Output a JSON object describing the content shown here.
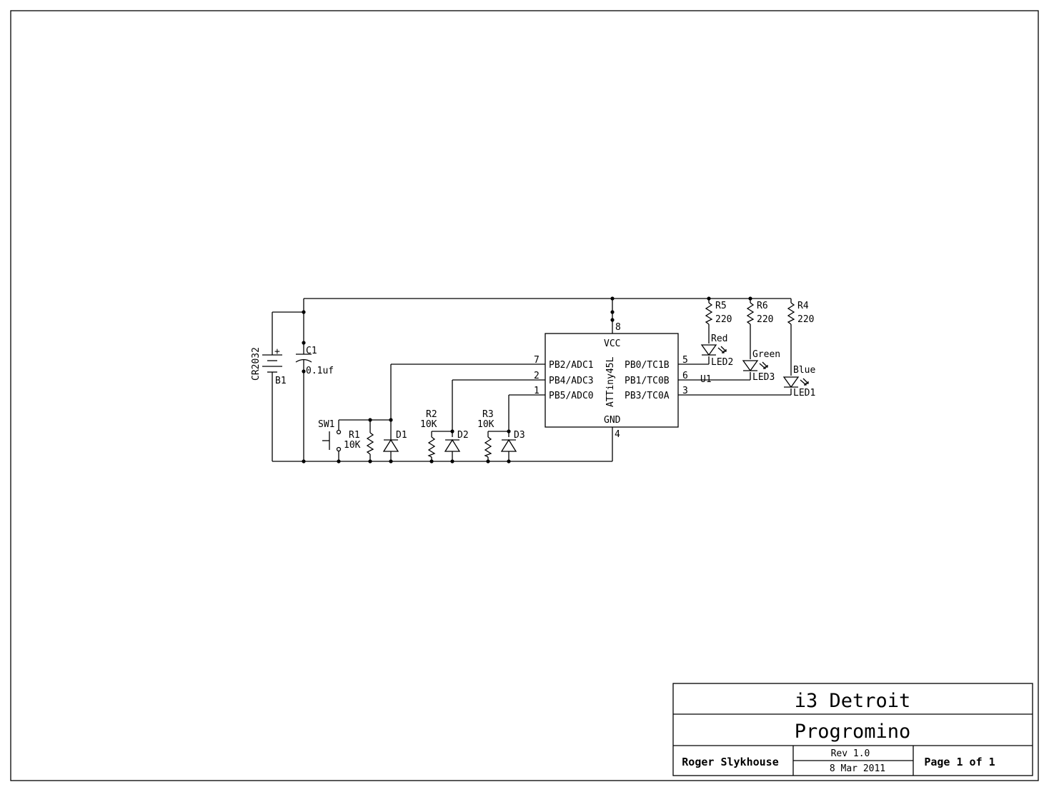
{
  "schematic": {
    "battery": {
      "ref": "B1",
      "value": "CR2032",
      "plus": "+"
    },
    "c1": {
      "ref": "C1",
      "value": "0.1uf"
    },
    "u1": {
      "ref": "U1",
      "part": "ATTiny45L",
      "vcc": "VCC",
      "gnd": "GND",
      "pins_left": [
        {
          "name": "PB2/ADC1",
          "num": "7"
        },
        {
          "name": "PB4/ADC3",
          "num": "2"
        },
        {
          "name": "PB5/ADC0",
          "num": "1"
        }
      ],
      "pins_right": [
        {
          "name": "PB0/TC1B",
          "num": "5"
        },
        {
          "name": "PB1/TC0B",
          "num": "6"
        },
        {
          "name": "PB3/TC0A",
          "num": "3"
        }
      ],
      "pin_vcc": "8",
      "pin_gnd": "4"
    },
    "sw1": {
      "ref": "SW1"
    },
    "r1": {
      "ref": "R1",
      "value": "10K"
    },
    "r2": {
      "ref": "R2",
      "value": "10K"
    },
    "r3": {
      "ref": "R3",
      "value": "10K"
    },
    "d1": {
      "ref": "D1"
    },
    "d2": {
      "ref": "D2"
    },
    "d3": {
      "ref": "D3"
    },
    "r5": {
      "ref": "R5",
      "value": "220"
    },
    "r6": {
      "ref": "R6",
      "value": "220"
    },
    "r4": {
      "ref": "R4",
      "value": "220"
    },
    "led2": {
      "ref": "LED2",
      "color": "Red"
    },
    "led3": {
      "ref": "LED3",
      "color": "Green"
    },
    "led1": {
      "ref": "LED1",
      "color": "Blue"
    }
  },
  "title_block": {
    "organization": "i3 Detroit",
    "title": "Progromino",
    "author": "Roger Slykhouse",
    "revision": "Rev 1.0",
    "date": "8 Mar 2011",
    "page": "Page 1 of 1"
  }
}
